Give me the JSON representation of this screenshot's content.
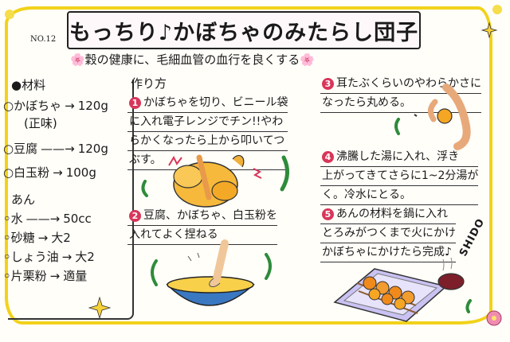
{
  "title": "もっちり♪かぼちゃのみたらし団子",
  "number": "NO.12",
  "subtitle": "🌸穀の健康に、毛細血管の血行を良くする🌸",
  "ingredients": {
    "heading": "材料",
    "main": [
      {
        "name": "かぼちゃ",
        "amount": "120g"
      },
      {
        "name": "(正味)",
        "amount": ""
      },
      {
        "name": "豆腐",
        "amount": "120g"
      },
      {
        "name": "白玉粉",
        "amount": "100g"
      }
    ],
    "sauce_heading": "あん",
    "sauce": [
      {
        "name": "水",
        "amount": "50cc"
      },
      {
        "name": "砂糖",
        "amount": "大2"
      },
      {
        "name": "しょう油",
        "amount": "大2"
      },
      {
        "name": "片栗粉",
        "amount": "適量"
      }
    ]
  },
  "method": {
    "heading": "作り方",
    "steps": [
      {
        "num": "1",
        "lines": [
          "かぼちゃを切り、ビニール袋",
          "に入れ電子レンジでチン!!やわ",
          "らかくなったら上から叩いてつ",
          "ぶす。"
        ]
      },
      {
        "num": "2",
        "lines": [
          "豆腐、かぼちゃ、白玉粉を",
          "入れてよく捏ねる"
        ]
      },
      {
        "num": "3",
        "lines": [
          "耳たぶくらいのやわらかさに",
          "なったら丸める。"
        ]
      },
      {
        "num": "4",
        "lines": [
          "沸騰した湯に入れ、浮き",
          "上がってきてさらに1~2分湯が",
          "く。冷水にとる。"
        ]
      },
      {
        "num": "5",
        "lines": [
          "あんの材料を鍋に入れ",
          "とろみがつくまで火にかけ",
          "かぼちゃにかけたら完成♪"
        ]
      }
    ]
  },
  "signature": "SHIDO",
  "colors": {
    "frame": "#f2d21a",
    "accent": "#d8365a",
    "pumpkin": "#f5b733",
    "bowl": "#3a78c2",
    "leaf": "#2e8b3a"
  }
}
